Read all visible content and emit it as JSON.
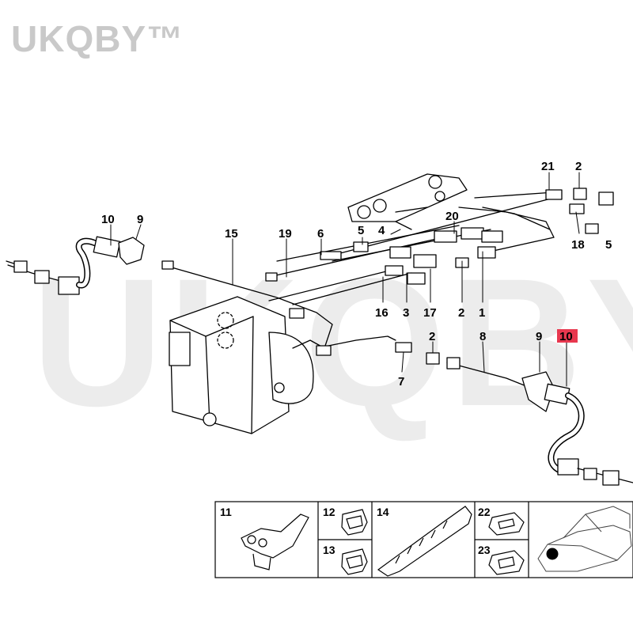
{
  "brand": "UKQBY™",
  "watermark": "UKQBY™",
  "highlight_color": "#e8384f",
  "labels": {
    "l10a": "10",
    "l9a": "9",
    "l15": "15",
    "l19": "19",
    "l6": "6",
    "l5a": "5",
    "l4": "4",
    "l20": "20",
    "l21": "21",
    "l2a": "2",
    "l18": "18",
    "l5b": "5",
    "l16": "16",
    "l3": "3",
    "l17": "17",
    "l2b": "2",
    "l1": "1",
    "l2c": "2",
    "l8": "8",
    "l9b": "9",
    "l10b": "10",
    "l7": "7"
  },
  "legend": {
    "box11": "11",
    "box12": "12",
    "box13": "13",
    "box14": "14",
    "box22": "22",
    "box23": "23"
  }
}
